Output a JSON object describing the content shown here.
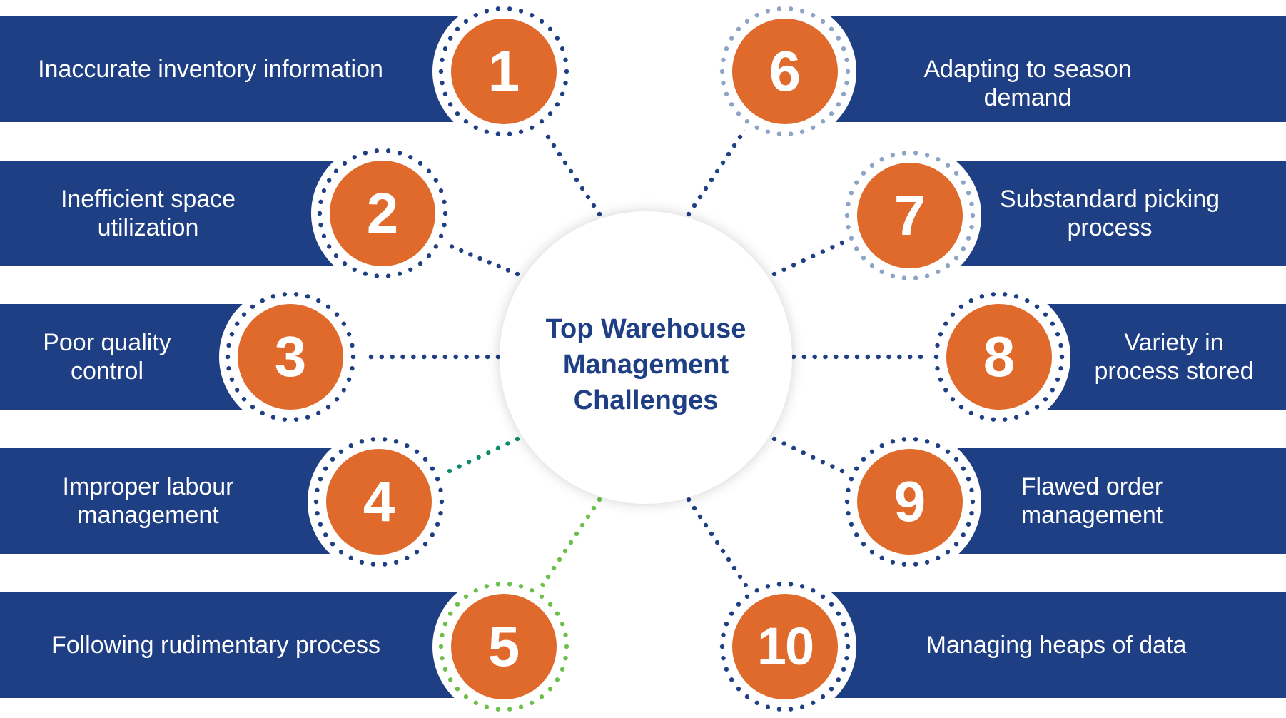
{
  "center": {
    "title": "Top Warehouse\nManagement\nChallenges"
  },
  "challenges": [
    {
      "number": "1",
      "label": "Inaccurate inventory information",
      "ring_color": "#1f3f84",
      "connector_color": "#1f3f84"
    },
    {
      "number": "2",
      "label": "Inefficient space\nutilization",
      "ring_color": "#1f3f84",
      "connector_color": "#1f3f84"
    },
    {
      "number": "3",
      "label": "Poor quality\ncontrol",
      "ring_color": "#1f3f84",
      "connector_color": "#1f3f84"
    },
    {
      "number": "4",
      "label": "Improper labour\nmanagement",
      "ring_color": "#1f3f84",
      "connector_color": "#0f8a6a"
    },
    {
      "number": "5",
      "label": "Following rudimentary process",
      "ring_color": "#6cbf4a",
      "connector_color": "#6cbf4a"
    },
    {
      "number": "6",
      "label": "Adapting to season demand",
      "ring_color": "#8ea3c5",
      "connector_color": "#1f3f84"
    },
    {
      "number": "7",
      "label": "Substandard picking\nprocess",
      "ring_color": "#8ea3c5",
      "connector_color": "#1f3f84"
    },
    {
      "number": "8",
      "label": "Variety in\nprocess stored",
      "ring_color": "#1f3f84",
      "connector_color": "#1f3f84"
    },
    {
      "number": "9",
      "label": "Flawed order\nmanagement",
      "ring_color": "#1f3f84",
      "connector_color": "#1f3f84"
    },
    {
      "number": "10",
      "label": "Managing heaps of data",
      "ring_color": "#1f3f84",
      "connector_color": "#1f3f84"
    }
  ],
  "colors": {
    "band": "#1f3f84",
    "number_fill": "#e06a2c",
    "center_text": "#1f3f84"
  }
}
